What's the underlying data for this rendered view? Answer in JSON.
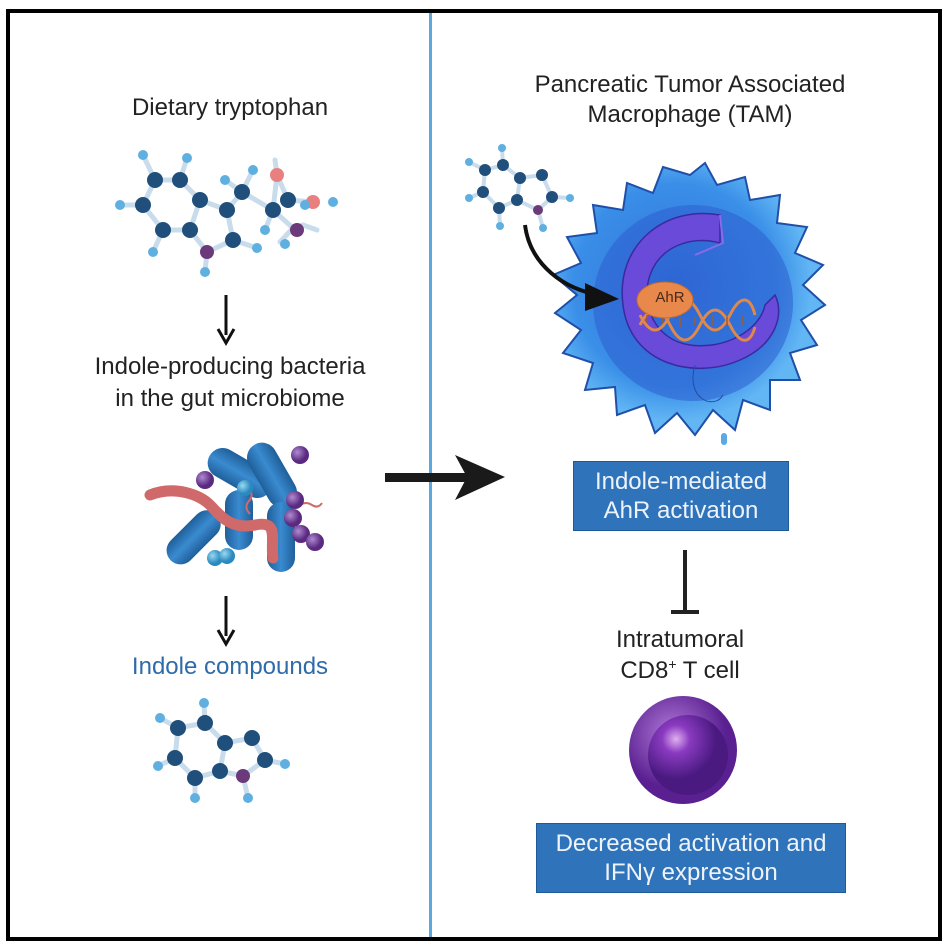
{
  "left_panel": {
    "dietary_label": "Dietary tryptophan",
    "bacteria_label_line1": "Indole-producing bacteria",
    "bacteria_label_line2": "in the gut microbiome",
    "indole_label": "Indole compounds"
  },
  "right_panel": {
    "tam_label_line1": "Pancreatic Tumor Associated",
    "tam_label_line2": "Macrophage (TAM)",
    "ahr_label": "AhR",
    "activation_box_line1": "Indole-mediated",
    "activation_box_line2": "AhR activation",
    "tcell_label_line1": "Intratumoral",
    "tcell_label_prefix": "CD8",
    "tcell_label_sup": "+",
    "tcell_label_suffix": " T cell",
    "outcome_box_line1": "Decreased activation and",
    "outcome_box_line2": "IFNγ expression"
  },
  "colors": {
    "atom_dark": "#1f4f7a",
    "atom_light": "#5fb0e0",
    "atom_nitrogen": "#6b3a7a",
    "atom_oxygen": "#e88080",
    "box_blue": "#2f74bb",
    "divider": "#5aa8e0",
    "cell_blue": "#3a8fe0",
    "nucleus_purple": "#4a3cc0",
    "tcell_purple": "#7a3aa8"
  }
}
